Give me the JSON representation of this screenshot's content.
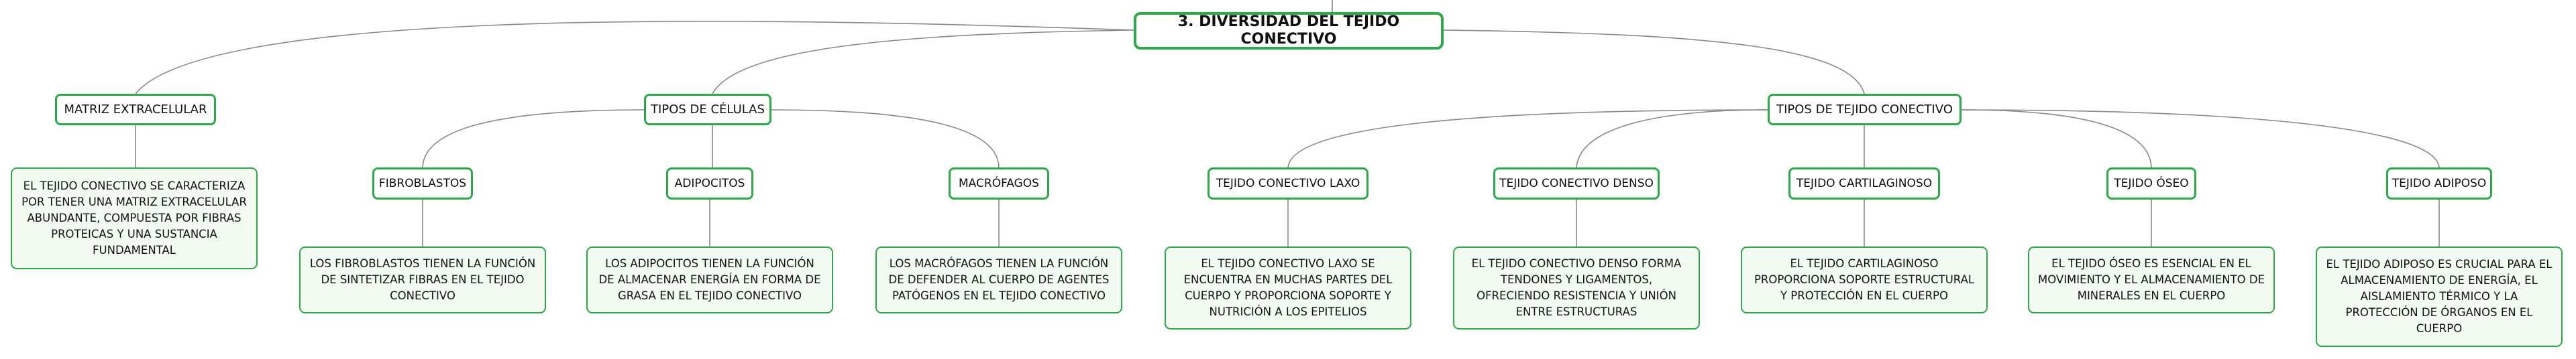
{
  "diagram": {
    "root": {
      "label": "3. DIVERSIDAD DEL TEJIDO CONECTIVO"
    },
    "branches": [
      {
        "label": "MATRIZ EXTRACELULAR",
        "children": [],
        "description": "EL TEJIDO CONECTIVO SE CARACTERIZA POR TENER UNA MATRIZ EXTRACELULAR ABUNDANTE, COMPUESTA POR FIBRAS PROTEICAS Y UNA SUSTANCIA FUNDAMENTAL"
      },
      {
        "label": "TIPOS DE CÉLULAS",
        "children": [
          {
            "label": "FIBROBLASTOS",
            "description": "LOS FIBROBLASTOS TIENEN LA FUNCIÓN DE SINTETIZAR FIBRAS EN EL TEJIDO CONECTIVO"
          },
          {
            "label": "ADIPOCITOS",
            "description": "LOS ADIPOCITOS TIENEN LA FUNCIÓN DE ALMACENAR ENERGÍA EN FORMA DE GRASA EN EL TEJIDO CONECTIVO"
          },
          {
            "label": "MACRÓFAGOS",
            "description": "LOS MACRÓFAGOS TIENEN LA FUNCIÓN DE DEFENDER AL CUERPO DE AGENTES PATÓGENOS EN EL TEJIDO CONECTIVO"
          }
        ]
      },
      {
        "label": "TIPOS DE TEJIDO CONECTIVO",
        "children": [
          {
            "label": "TEJIDO CONECTIVO LAXO",
            "description": "EL TEJIDO CONECTIVO LAXO SE ENCUENTRA EN MUCHAS PARTES DEL CUERPO Y PROPORCIONA SOPORTE Y NUTRICIÓN A LOS EPITELIOS"
          },
          {
            "label": "TEJIDO CONECTIVO DENSO",
            "description": "EL TEJIDO CONECTIVO DENSO FORMA TENDONES Y LIGAMENTOS, OFRECIENDO RESISTENCIA Y UNIÓN ENTRE ESTRUCTURAS"
          },
          {
            "label": "TEJIDO CARTILAGINOSO",
            "description": "EL TEJIDO CARTILAGINOSO PROPORCIONA SOPORTE ESTRUCTURAL Y PROTECCIÓN EN EL CUERPO"
          },
          {
            "label": "TEJIDO ÓSEO",
            "description": "EL TEJIDO ÓSEO ES ESENCIAL EN EL MOVIMIENTO Y EL ALMACENAMIENTO DE MINERALES EN EL CUERPO"
          },
          {
            "label": "TEJIDO ADIPOSO",
            "description": "EL TEJIDO ADIPOSO ES CRUCIAL PARA EL ALMACENAMIENTO DE ENERGÍA, EL AISLAMIENTO TÉRMICO Y LA PROTECCIÓN DE ÓRGANOS EN EL CUERPO"
          }
        ]
      }
    ]
  },
  "colors": {
    "border": "#2da84a",
    "leaf_fill": "#f3faf2",
    "connector": "#888888"
  }
}
